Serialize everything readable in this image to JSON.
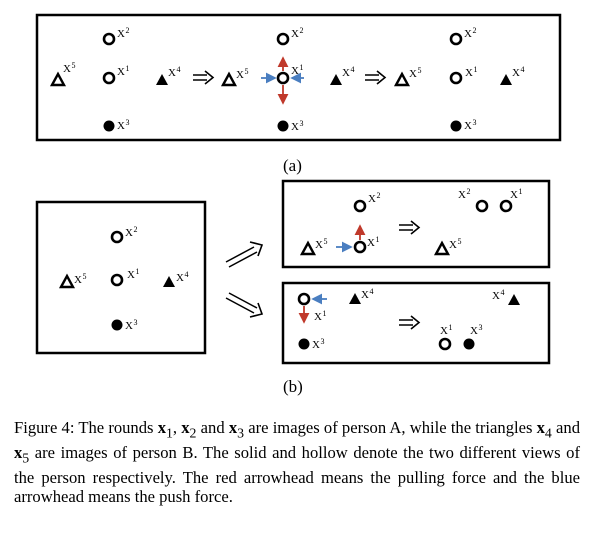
{
  "panel_labels": {
    "a": "(a)",
    "b": "(b)"
  },
  "points": {
    "x1": "X1",
    "x2": "X2",
    "x3": "X3",
    "x4": "X4",
    "x5": "X5"
  },
  "caption": {
    "prefix": "Figure 4: The rounds ",
    "x1": "x",
    "x1_sub": "1",
    "sep1": ", ",
    "x2": "x",
    "x2_sub": "2",
    "and1": " and ",
    "x3": "x",
    "x3_sub": "3",
    "middle": " are images of person A, while the triangles ",
    "x4": "x",
    "x4_sub": "4",
    "and2": " and ",
    "x5": "x",
    "x5_sub": "5",
    "suffix": " are images of person B. The solid and hollow denote the two different views of the person respectively. The red arrowhead means the pulling force and the blue arrowhead means the push force."
  },
  "colors": {
    "pull": "#c0392b",
    "push": "#4a7ec0"
  }
}
